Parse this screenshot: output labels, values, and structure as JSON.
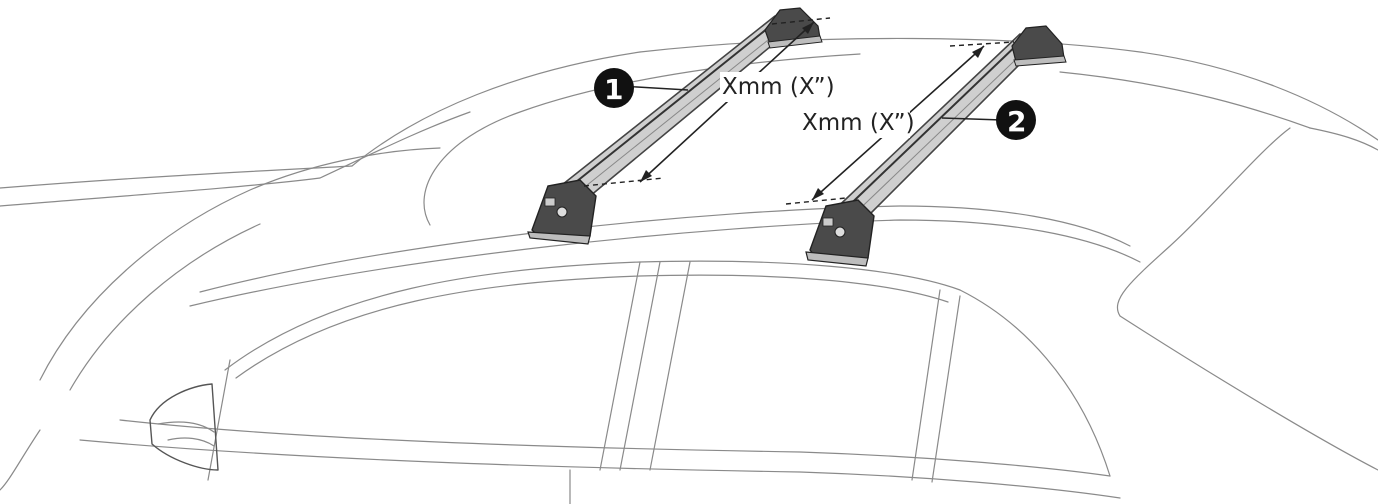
{
  "callouts": {
    "bar_1": "1",
    "bar_2": "2"
  },
  "dimensions": {
    "front_label": "Xmm (X”)",
    "rear_label": "Xmm (X”)"
  },
  "colors": {
    "line": "#8a8a8a",
    "bar_fill": "#cfcfcf",
    "bar_dark": "#3a3a3a",
    "callout_fill": "#111111"
  },
  "icons": [
    "roof-bar",
    "roof-bar-foot",
    "side-mirror"
  ]
}
